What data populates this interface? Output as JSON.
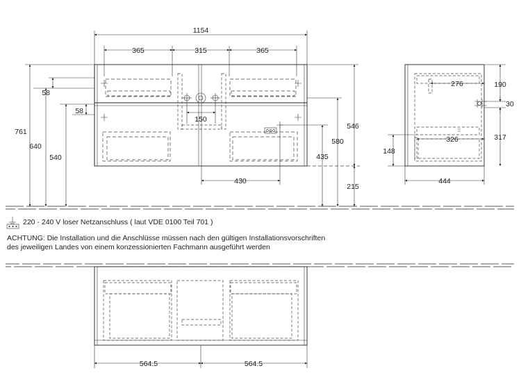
{
  "dimensions": {
    "front": {
      "total_width": "1154",
      "drawer_width_left": "365",
      "center_width": "315",
      "drawer_width_right": "365",
      "total_height": "761",
      "height_640": "640",
      "height_540": "540",
      "top_58": "58",
      "second_58": "58",
      "pipe_width": "150",
      "outlet_offset": "430",
      "outlet_height": "435",
      "height_580": "580",
      "cabinet_height": "546",
      "floor_gap": "215"
    },
    "side": {
      "top_depth": "276",
      "top_height": "190",
      "tap_height": "30",
      "bottom_depth": "326",
      "lower_height": "317",
      "drawer_height": "148",
      "total_depth": "444"
    },
    "plan": {
      "left_half": "564.5",
      "right_half": "564.5"
    }
  },
  "notes": {
    "power_line": "220 - 240 V loser Netzanschluss ( laut VDE 0100 Teil 701 )",
    "warning_line1": "ACHTUNG: Die Installation und die Anschlüsse müssen nach den gültigen Installationsvorschriften",
    "warning_line2": "des jeweiligen Landes von einem konzessionierten Fachmann ausgeführt werden"
  },
  "icons": {
    "power_symbol": "ground-outlet-icon"
  }
}
